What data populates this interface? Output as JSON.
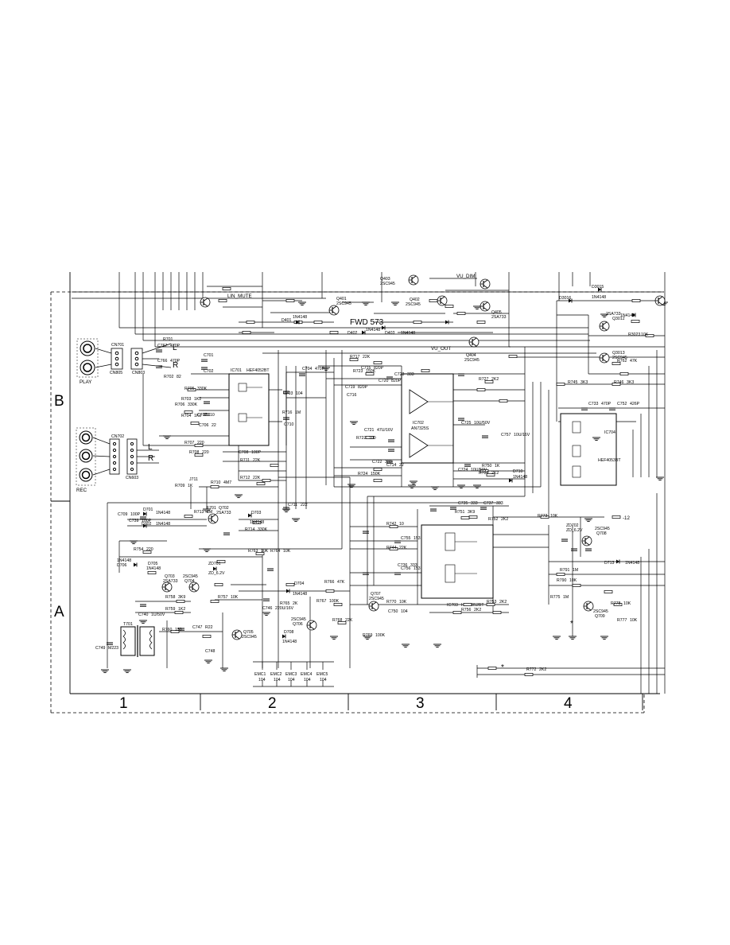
{
  "zones": {
    "columns": [
      "1",
      "2",
      "3",
      "4"
    ],
    "rows": [
      "B",
      "A"
    ]
  },
  "jacks": {
    "play": "PLAY",
    "rec": "REC",
    "cn701": "CN701",
    "cn805": "CN805",
    "cn702": "CN702",
    "cn803": "CN803",
    "cn603": "CN603"
  },
  "ics": {
    "ic701": {
      "ref": "IC701",
      "part": "HEF4052BT"
    },
    "ic702": {
      "ref": "IC702",
      "part": "AN7325S"
    },
    "ic703": {
      "ref": "IC703",
      "part": "HEF4052BT"
    },
    "ic704": {
      "ref": "IC704",
      "part": "HEF4053BT"
    }
  },
  "labels": {
    "fwd": "FWD 573",
    "vu_out": "VU_OUT",
    "vu_dim": "VU_DIM",
    "lin_mute": "LIN_MUTE",
    "l_top": "L",
    "r_top": "R",
    "l_mid": "L",
    "r_mid": "R",
    "minus12": "-12",
    "asterisk": "*"
  },
  "transistors": [
    {
      "ref": "Q401",
      "part": "2SC945"
    },
    {
      "ref": "Q402",
      "part": "2SC945"
    },
    {
      "ref": "Q403",
      "part": "2SC945"
    },
    {
      "ref": "Q404",
      "part": "2SC945"
    },
    {
      "ref": "Q405",
      "part": "2SA733"
    },
    {
      "ref": "Q702",
      "part": "2SA733"
    },
    {
      "ref": "Q703",
      "part": "2SA733"
    },
    {
      "ref": "Q704",
      "part": "2SC945"
    },
    {
      "ref": "Q705",
      "part": "2SC945"
    },
    {
      "ref": "Q706",
      "part": "2SC945"
    },
    {
      "ref": "Q707",
      "part": "2SC945"
    },
    {
      "ref": "Q708",
      "part": "2SC945"
    },
    {
      "ref": "Q709",
      "part": "2SC945"
    },
    {
      "ref": "Q3012",
      "part": "2SA733"
    },
    {
      "ref": "Q3013",
      "part": "2SC945"
    }
  ],
  "diodes": [
    {
      "ref": "D401",
      "part": "1N4148"
    },
    {
      "ref": "D402",
      "part": "1N4148"
    },
    {
      "ref": "D403",
      "part": "1N4148"
    },
    {
      "ref": "D701",
      "part": "1N4148"
    },
    {
      "ref": "D702",
      "part": "1N4148"
    },
    {
      "ref": "D703",
      "part": "1N4148"
    },
    {
      "ref": "D704",
      "part": "1N4148"
    },
    {
      "ref": "D705",
      "part": "1N4148"
    },
    {
      "ref": "D706",
      "part": "1N4148"
    },
    {
      "ref": "D708",
      "part": "1N4148"
    },
    {
      "ref": "D710",
      "part": "1N4148"
    },
    {
      "ref": "D713",
      "part": "1N4148"
    },
    {
      "ref": "D3015",
      "part": "1N4148"
    },
    {
      "ref": "D3016",
      "part": "1N4148"
    },
    {
      "ref": "ZD701",
      "part": "ZD_6.2V"
    },
    {
      "ref": "ZD702",
      "part": "ZD_6.2V"
    }
  ],
  "emc": [
    {
      "ref": "EMC1",
      "value": "104"
    },
    {
      "ref": "EMC2",
      "value": "104"
    },
    {
      "ref": "EMC3",
      "value": "104"
    },
    {
      "ref": "EMC4",
      "value": "104"
    },
    {
      "ref": "EMC5",
      "value": "104"
    }
  ],
  "components": [
    {
      "ref": "R701",
      "value": ""
    },
    {
      "ref": "R702",
      "value": "82"
    },
    {
      "ref": "R703",
      "value": "1K2"
    },
    {
      "ref": "R704",
      "value": "1K2"
    },
    {
      "ref": "R705",
      "value": "330K"
    },
    {
      "ref": "R706",
      "value": "330K"
    },
    {
      "ref": "R707",
      "value": "220"
    },
    {
      "ref": "R708",
      "value": "220"
    },
    {
      "ref": "R709",
      "value": "1K"
    },
    {
      "ref": "R710",
      "value": "4M7"
    },
    {
      "ref": "R711",
      "value": "22K"
    },
    {
      "ref": "R712",
      "value": "22K"
    },
    {
      "ref": "R713",
      "value": "1M"
    },
    {
      "ref": "R714",
      "value": "330K"
    },
    {
      "ref": "R716",
      "value": "1M"
    },
    {
      "ref": "R717",
      "value": "22K"
    },
    {
      "ref": "R722",
      "value": "100"
    },
    {
      "ref": "R723",
      "value": "150K"
    },
    {
      "ref": "R724",
      "value": "150K"
    },
    {
      "ref": "R727",
      "value": "2K2"
    },
    {
      "ref": "R728",
      "value": "2K2"
    },
    {
      "ref": "R742",
      "value": "10"
    },
    {
      "ref": "R744",
      "value": "22K"
    },
    {
      "ref": "R745",
      "value": "3K3"
    },
    {
      "ref": "R746",
      "value": "3K3"
    },
    {
      "ref": "R750",
      "value": "1K"
    },
    {
      "ref": "R751",
      "value": "3K9"
    },
    {
      "ref": "R752",
      "value": "2K2"
    },
    {
      "ref": "R753",
      "value": "2K2"
    },
    {
      "ref": "R754",
      "value": "220"
    },
    {
      "ref": "R756",
      "value": "2K2"
    },
    {
      "ref": "R757",
      "value": "10K"
    },
    {
      "ref": "R758",
      "value": "3K9"
    },
    {
      "ref": "R759",
      "value": "1K2"
    },
    {
      "ref": "R760",
      "value": "150"
    },
    {
      "ref": "R762",
      "value": "47K"
    },
    {
      "ref": "R763",
      "value": "10K"
    },
    {
      "ref": "R764",
      "value": "10K"
    },
    {
      "ref": "R765",
      "value": "2K"
    },
    {
      "ref": "R766",
      "value": "47K"
    },
    {
      "ref": "R767",
      "value": "100K"
    },
    {
      "ref": "R768",
      "value": "22K"
    },
    {
      "ref": "R769",
      "value": "100K"
    },
    {
      "ref": "R770",
      "value": "10K"
    },
    {
      "ref": "R772",
      "value": "2K2"
    },
    {
      "ref": "R773",
      "value": "10K"
    },
    {
      "ref": "R775",
      "value": "1M"
    },
    {
      "ref": "R777",
      "value": "10K"
    },
    {
      "ref": "R778",
      "value": "10K"
    },
    {
      "ref": "R790",
      "value": "10K"
    },
    {
      "ref": "R791",
      "value": "1M"
    },
    {
      "ref": "R3023",
      "value": "10K"
    },
    {
      "ref": "C701",
      "value": ""
    },
    {
      "ref": "C702",
      "value": ""
    },
    {
      "ref": "C703",
      "value": "104"
    },
    {
      "ref": "C704",
      "value": "470P"
    },
    {
      "ref": "C706",
      "value": "22"
    },
    {
      "ref": "C707",
      "value": "10"
    },
    {
      "ref": "C708",
      "value": "100P"
    },
    {
      "ref": "C709",
      "value": "100P"
    },
    {
      "ref": "C710",
      "value": ""
    },
    {
      "ref": "C711",
      "value": "222"
    },
    {
      "ref": "C714",
      "value": "22"
    },
    {
      "ref": "C715",
      "value": "820P"
    },
    {
      "ref": "C716",
      "value": ""
    },
    {
      "ref": "C719",
      "value": "820P"
    },
    {
      "ref": "C720",
      "value": "820P"
    },
    {
      "ref": "C721",
      "value": "47U/16V"
    },
    {
      "ref": "C722",
      "value": "333"
    },
    {
      "ref": "C723",
      "value": "333"
    },
    {
      "ref": "C724",
      "value": "10U/50V"
    },
    {
      "ref": "C725",
      "value": "10U/50V"
    },
    {
      "ref": "C733",
      "value": "470P"
    },
    {
      "ref": "C735",
      "value": "333"
    },
    {
      "ref": "C736",
      "value": "333"
    },
    {
      "ref": "C737",
      "value": "333"
    },
    {
      "ref": "C739",
      "value": "100P"
    },
    {
      "ref": "C740",
      "value": "1U/50V"
    },
    {
      "ref": "C746",
      "value": "220U/16V"
    },
    {
      "ref": "C747",
      "value": "R22"
    },
    {
      "ref": "C748",
      "value": ""
    },
    {
      "ref": "C749",
      "value": "M223"
    },
    {
      "ref": "C750",
      "value": "104"
    },
    {
      "ref": "C752",
      "value": "426P"
    },
    {
      "ref": "C755",
      "value": "153"
    },
    {
      "ref": "C756",
      "value": "153"
    },
    {
      "ref": "C757",
      "value": "10U/16V"
    },
    {
      "ref": "C766",
      "value": "470P"
    },
    {
      "ref": "C767",
      "value": "470P"
    },
    {
      "ref": "T701",
      "value": ""
    },
    {
      "ref": "J711",
      "value": ""
    },
    {
      "ref": "F701",
      "value": ""
    }
  ]
}
